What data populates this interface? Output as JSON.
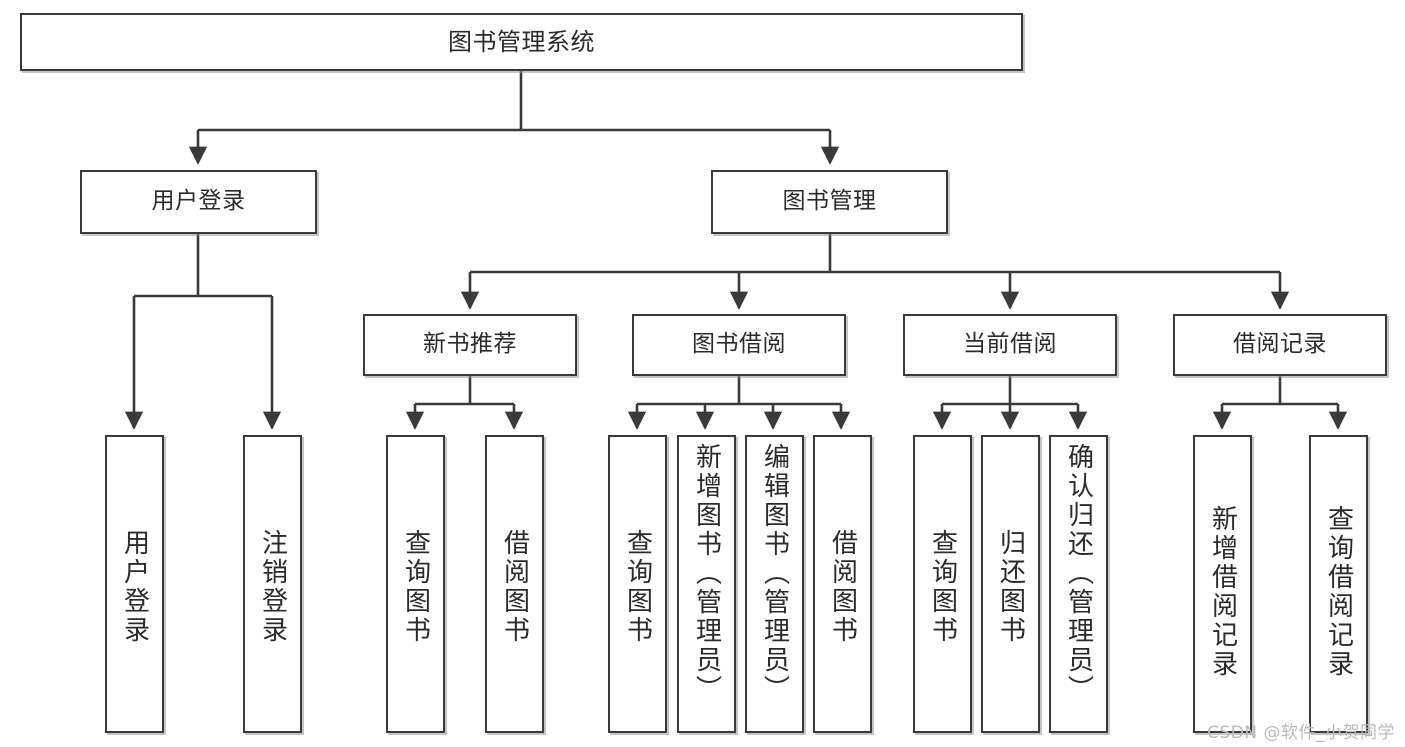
{
  "diagram": {
    "title": "图书管理系统",
    "type": "tree",
    "root": {
      "id": "root",
      "label": "图书管理系统",
      "shape": "rect-horizontal"
    },
    "level2": [
      {
        "id": "user-login",
        "label": "用户登录",
        "shape": "rect-horizontal"
      },
      {
        "id": "book-management",
        "label": "图书管理",
        "shape": "rect-horizontal"
      }
    ],
    "level3": [
      {
        "id": "new-book-recommend",
        "label": "新书推荐",
        "shape": "rect-horizontal",
        "parent": "book-management"
      },
      {
        "id": "book-borrow",
        "label": "图书借阅",
        "shape": "rect-horizontal",
        "parent": "book-management"
      },
      {
        "id": "current-borrow",
        "label": "当前借阅",
        "shape": "rect-horizontal",
        "parent": "book-management"
      },
      {
        "id": "borrow-record",
        "label": "借阅记录",
        "shape": "rect-horizontal",
        "parent": "book-management"
      }
    ],
    "leaves": [
      {
        "id": "leaf-user-login",
        "label": "用户登录",
        "parent": "user-login",
        "orientation": "vertical"
      },
      {
        "id": "leaf-user-logout",
        "label": "注销登录",
        "parent": "user-login",
        "orientation": "vertical"
      },
      {
        "id": "leaf-query-book-1",
        "label": "查询图书",
        "parent": "new-book-recommend",
        "orientation": "vertical"
      },
      {
        "id": "leaf-borrow-book-1",
        "label": "借阅图书",
        "parent": "new-book-recommend",
        "orientation": "vertical"
      },
      {
        "id": "leaf-query-book-2",
        "label": "查询图书",
        "parent": "book-borrow",
        "orientation": "vertical"
      },
      {
        "id": "leaf-add-book",
        "label": "新增图书（管理员）",
        "parent": "book-borrow",
        "orientation": "vertical"
      },
      {
        "id": "leaf-edit-book",
        "label": "编辑图书（管理员）",
        "parent": "book-borrow",
        "orientation": "vertical"
      },
      {
        "id": "leaf-borrow-book-2",
        "label": "借阅图书",
        "parent": "book-borrow",
        "orientation": "vertical"
      },
      {
        "id": "leaf-query-book-3",
        "label": "查询图书",
        "parent": "current-borrow",
        "orientation": "vertical"
      },
      {
        "id": "leaf-return-book",
        "label": "归还图书",
        "parent": "current-borrow",
        "orientation": "vertical"
      },
      {
        "id": "leaf-confirm-return",
        "label": "确认归还（管理员）",
        "parent": "current-borrow",
        "orientation": "vertical"
      },
      {
        "id": "leaf-add-record",
        "label": "新增借阅记录",
        "parent": "borrow-record",
        "orientation": "vertical"
      },
      {
        "id": "leaf-query-record",
        "label": "查询借阅记录",
        "parent": "borrow-record",
        "orientation": "vertical"
      }
    ],
    "watermark": "CSDN @软件_小贺同学",
    "colors": {
      "stroke": "#3a3a3a",
      "fill": "#ffffff",
      "text": "#2b2b2b",
      "shadow": "#969696",
      "watermark": "#b9b9b9"
    }
  }
}
